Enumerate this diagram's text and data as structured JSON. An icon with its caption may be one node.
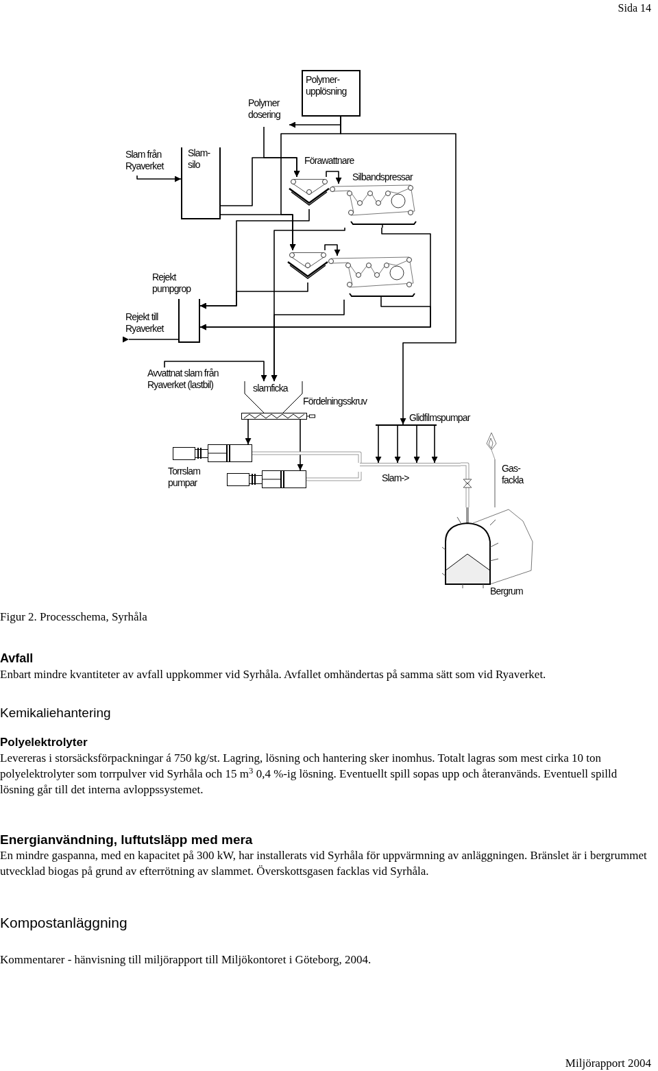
{
  "diagram": {
    "caption": "Figur 2. Processchema, Syrhåla",
    "nodes": [
      {
        "text": [
          "Polymer- upplösning"
        ]
      },
      {
        "text": [
          "Polymer dosering"
        ]
      },
      {
        "text": [
          "Slam- silo"
        ]
      },
      {
        "text": [
          "Slam från Ryaverket"
        ]
      },
      {
        "text": [],
        "shape": "picture",
        "beside": [
          "Förawattnare"
        ]
      },
      {
        "text": [],
        "shape": "picture",
        "beside": [
          "Silbandspressar"
        ]
      },
      {
        "text": [],
        "shape": "picture"
      },
      {
        "text": [],
        "shape": "picture"
      },
      {
        "text": [],
        "shape": "box",
        "beside": [
          "Rejekt pumpgrop"
        ]
      },
      {
        "text": [
          "Rejekt till Ryaverket"
        ]
      },
      {
        "text": [
          "Avvattnat slam från Ryaverket (lastbil)"
        ]
      },
      {
        "text": [
          "slamficka"
        ]
      },
      {
        "text": [],
        "shape": "picture"
      },
      {
        "text": [],
        "shape": "picture",
        "beside": [
          "Torrslam pumpar"
        ]
      },
      {
        "text": [],
        "shape": "picture"
      },
      {
        "text": [
          "Slam->"
        ]
      },
      {
        "text": [],
        "shape": "bar",
        "beside": [
          "Glidfilmspumpar"
        ]
      },
      {
        "text": [],
        "shape": "picture",
        "beside": [
          "Gas- fackla"
        ]
      },
      {
        "text": [
          "Bergrum"
        ]
      }
    ],
    "edges": [
      {
        "from": 0,
        "to": 1,
        "arrow": "to"
      },
      {
        "from": 1,
        "to": 4,
        "arrow": "to"
      },
      {
        "from": 2,
        "to": 4,
        "arrow": "to"
      },
      {
        "from": 3,
        "to": 2,
        "arrow": "to"
      },
      {
        "from": 0,
        "to": 6,
        "arrow": "to"
      },
      {
        "from": 2,
        "to": 6,
        "arrow": "to"
      },
      {
        "from": 4,
        "to": 5,
        "arrow": "to"
      },
      {
        "from": 6,
        "to": 7,
        "arrow": "to"
      },
      {
        "from": 4,
        "to": 8,
        "arrow": "to"
      },
      {
        "from": 6,
        "to": 8,
        "arrow": "to"
      },
      {
        "from": 5,
        "to": 8,
        "arrow": "to"
      },
      {
        "from": 7,
        "to": 8,
        "arrow": "to"
      },
      {
        "from": 5,
        "to": 11,
        "arrow": "to"
      },
      {
        "from": 7,
        "to": 11,
        "arrow": "to"
      },
      {
        "from": 8,
        "to": 9,
        "arrow": "to"
      },
      {
        "from": 10,
        "to": 11,
        "arrow": "to"
      },
      {
        "from": 12,
        "to": 13,
        "arrow": "to"
      },
      {
        "from": 12,
        "to": 14,
        "arrow": "to"
      },
      {
        "from": 13,
        "to": 15,
        "arrow": "none",
        "style": "thick",
        "color": "#999999"
      },
      {
        "from": 14,
        "to": 15,
        "arrow": "none",
        "style": "thick",
        "color": "#999999"
      },
      {
        "from": 15,
        "to": 18,
        "arrow": "none",
        "style": "thick",
        "color": "#999999"
      },
      {
        "from": 16,
        "to": 15,
        "arrow": "to"
      },
      {
        "from": 16,
        "to": 15,
        "arrow": "to"
      },
      {
        "from": 16,
        "to": 15,
        "arrow": "to"
      },
      {
        "from": 16,
        "to": 15,
        "arrow": "to"
      },
      {
        "from": 0,
        "to": 16,
        "arrow": "to"
      },
      {
        "from": 18,
        "to": 17,
        "arrow": "none",
        "color": "#999999"
      }
    ],
    "labels": [
      "Sida 14",
      "Fördelningsskruv",
      "Avfall",
      "Enbart mindre kvantiteter av avfall uppkommer vid Syrhåla. Avfallet omhändertas på samma sätt som vid Ryaverket.",
      "Kemikaliehantering",
      "Polyelektrolyter",
      "Levereras i storsäcksförpackningar á 750 kg/st. Lagring, lösning och hantering sker inomhus. Totalt lagras som mest cirka 10 ton polyelektrolyter som torrpulver vid Syrhåla och 15 m$^{3}$ 0,4 %-ig lösning. Eventuellt spill sopas upp och återanvänds. Eventuell spilld lösning går till det interna avloppssystemet.",
      "Energianvändning, luftutsläpp med mera",
      "En mindre gaspanna, med en kapacitet på 300 kW, har installerats vid Syrhåla för uppvärmning av anläggningen. Bränslet är i bergrummet utvecklad biogas på grund av efterrötning av slammet. Överskottsgasen facklas vid Syrhåla.",
      "Kompostanläggning",
      "Kommentarer - hänvisning till miljörapport till Miljökontoret i Göteborg, 2004.",
      "Miljörapport 2004"
    ]
  }
}
